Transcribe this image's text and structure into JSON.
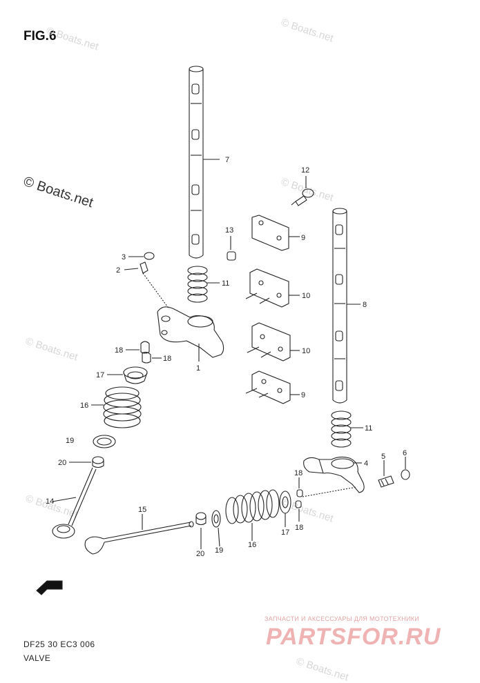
{
  "figure": {
    "title": "FIG.6",
    "code": "DF25 30 EC3  006",
    "caption": "VALVE"
  },
  "watermark": {
    "text": "© Boats.net",
    "shop_tagline": "ЗАПЧАСТИ И АКСЕССУАРЫ ДЛЯ МОТОТЕХНИКИ",
    "shop_brand": "PARTSFOR.RU"
  },
  "callouts": {
    "c1": "1",
    "c2": "2",
    "c3": "3",
    "c4": "4",
    "c5": "5",
    "c6": "6",
    "c7": "7",
    "c8": "8",
    "c9a": "9",
    "c9b": "9",
    "c10a": "10",
    "c10b": "10",
    "c11a": "11",
    "c11b": "11",
    "c12": "12",
    "c13": "13",
    "c14": "14",
    "c15": "15",
    "c16a": "16",
    "c16b": "16",
    "c17a": "17",
    "c17b": "17",
    "c18a": "18",
    "c18b": "18",
    "c18c": "18",
    "c18d": "18",
    "c19a": "19",
    "c19b": "19",
    "c20a": "20",
    "c20b": "20"
  },
  "colors": {
    "line": "#222222",
    "watermark": "#d7d7d7",
    "brand": "#f0b3b3"
  },
  "icons": {
    "front_arrow": "fwd-arrow-icon"
  }
}
